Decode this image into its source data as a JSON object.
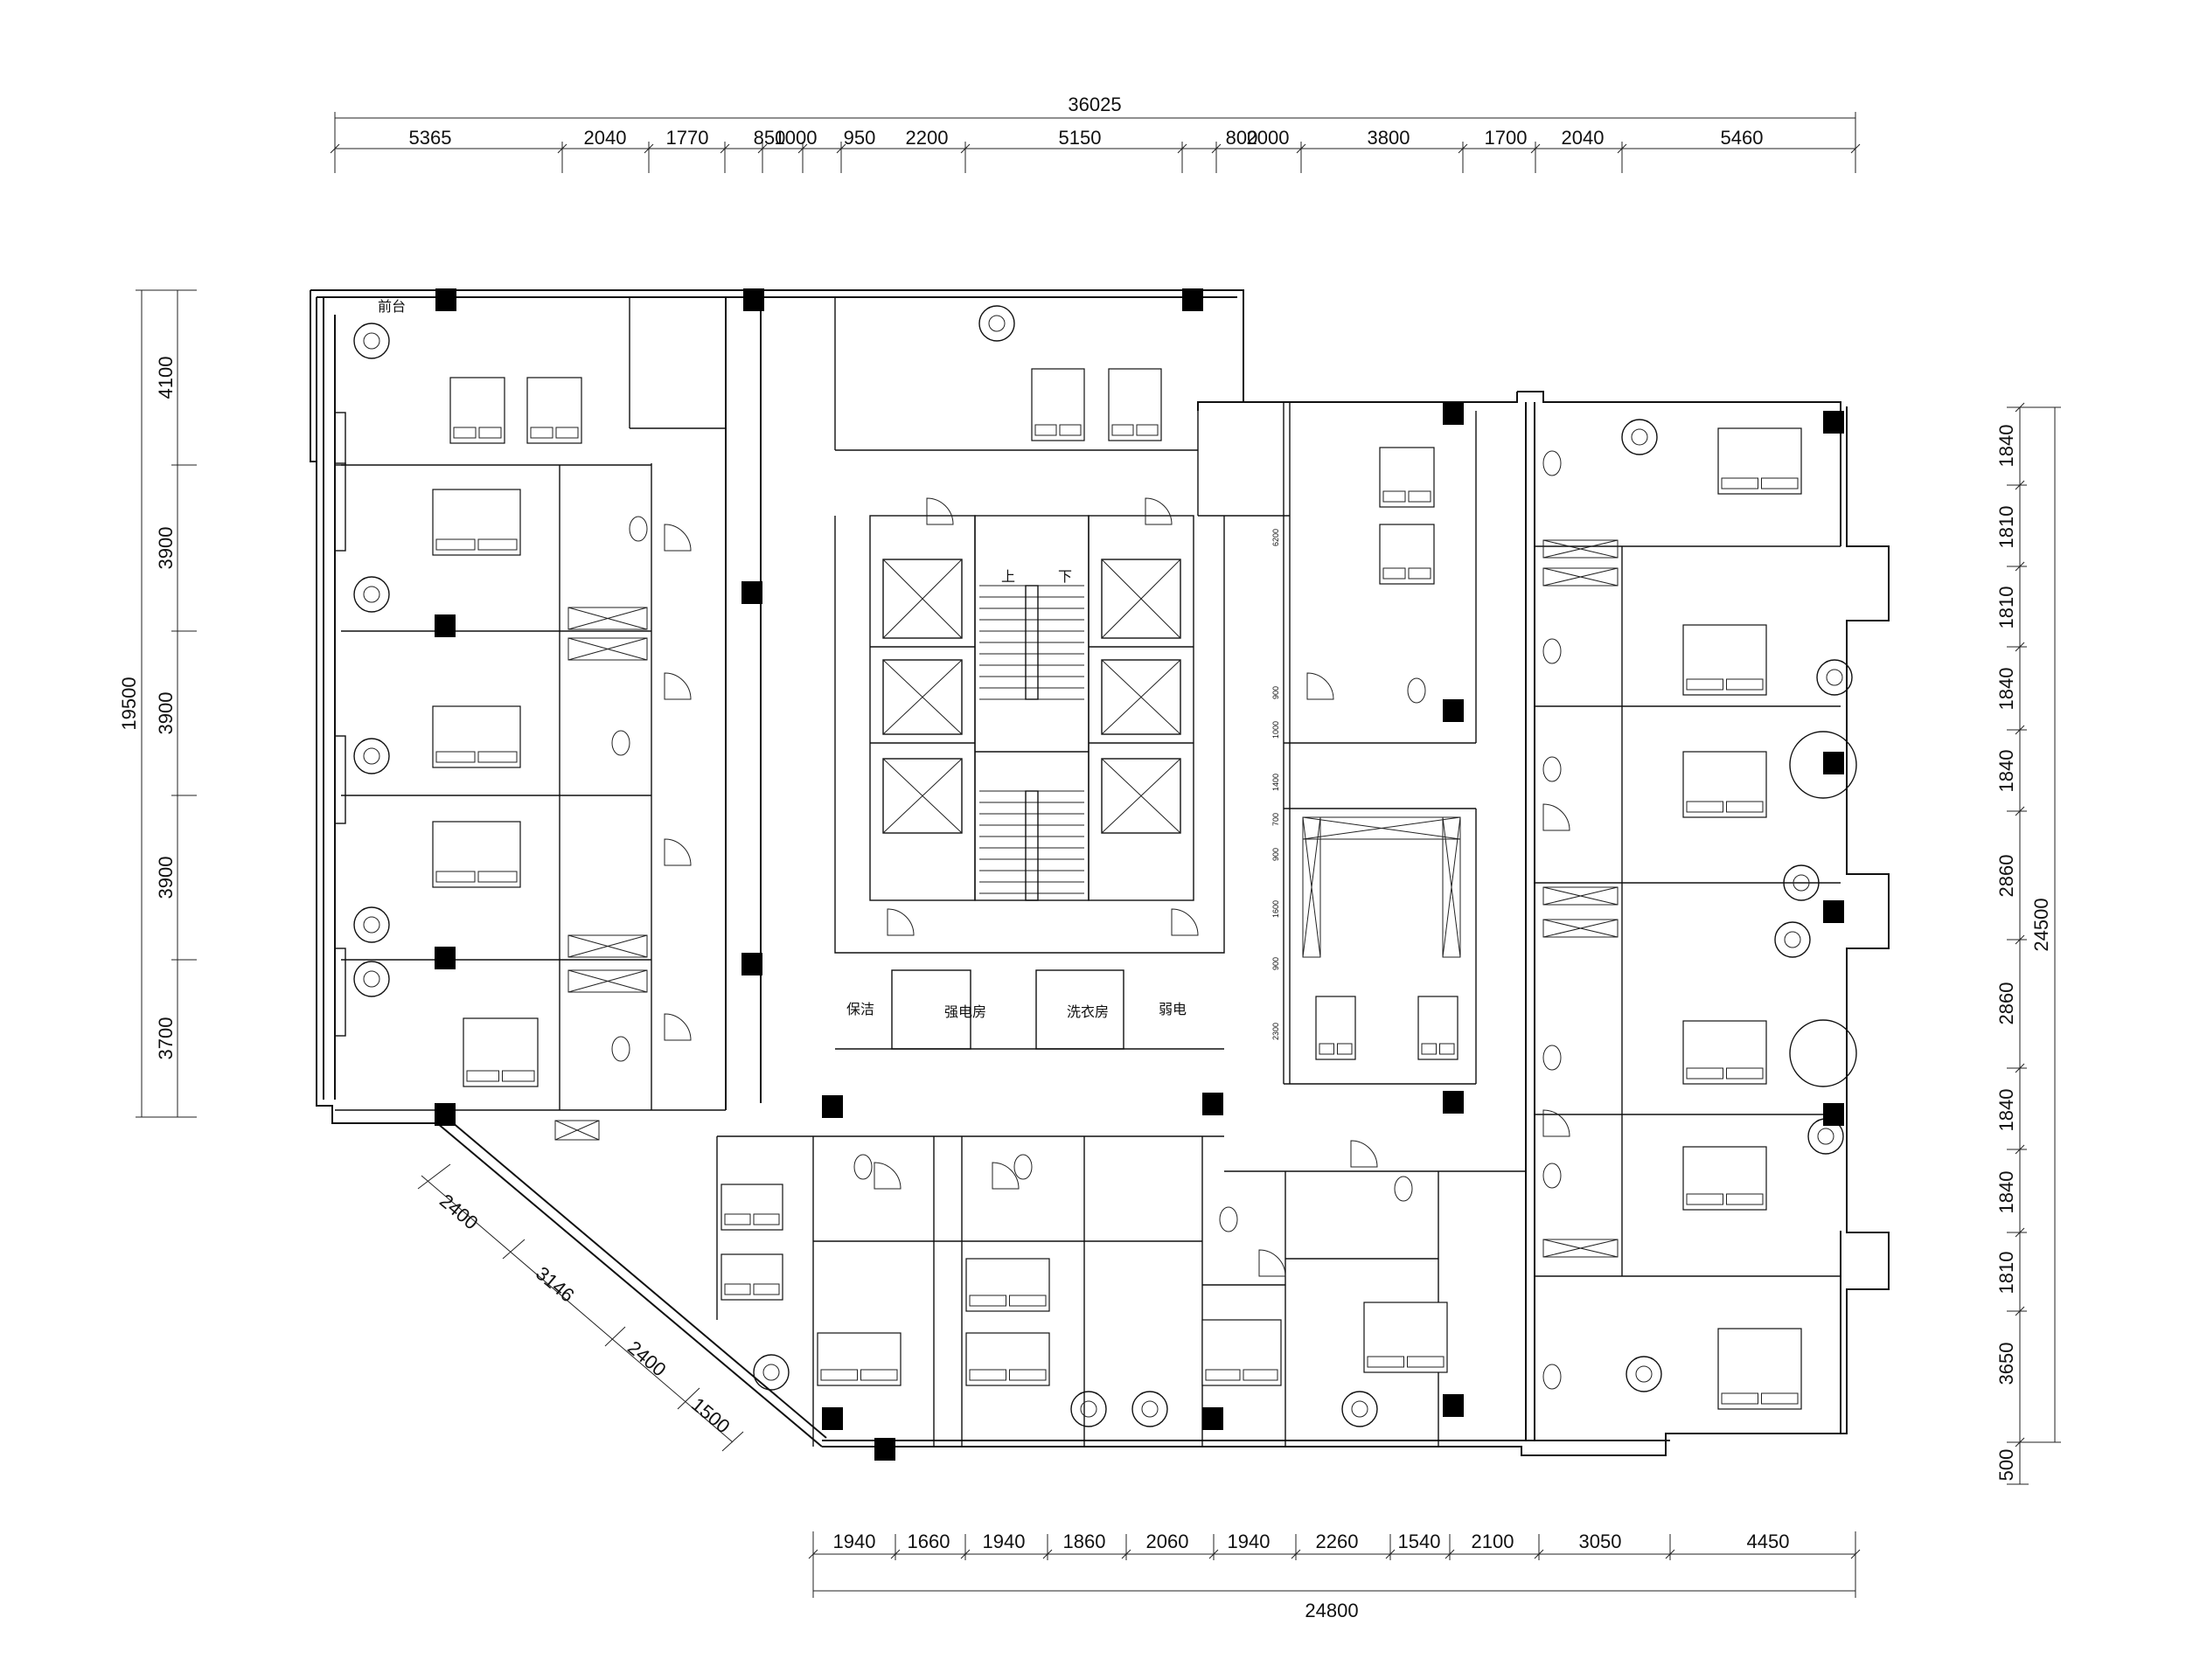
{
  "dims": {
    "top_total": "36025",
    "top": [
      "5365",
      "2040",
      "1770",
      "850",
      "1000",
      "950",
      "2200",
      "5150",
      "800",
      "2000",
      "3800",
      "1700",
      "2040",
      "5460"
    ],
    "bottom": [
      "1940",
      "1660",
      "1940",
      "1860",
      "2060",
      "1940",
      "2260",
      "1540",
      "2100",
      "3050",
      "4450"
    ],
    "bottom_total": "24800",
    "left": [
      "4100",
      "3900",
      "3900",
      "3900",
      "3700"
    ],
    "left_total": "19500",
    "right": [
      "1840",
      "1810",
      "1810",
      "1840",
      "1840",
      "2860",
      "2860",
      "1840",
      "1840",
      "1810",
      "3650",
      "500"
    ],
    "right_total": "24500",
    "diagonal": [
      "2400",
      "3146",
      "2400",
      "1500"
    ],
    "inner": [
      "6200",
      "900",
      "1000",
      "1400",
      "700",
      "900",
      "1600",
      "900",
      "2300"
    ]
  },
  "rooms": {
    "stair_up": "上",
    "stair_down": "下",
    "electrical": "强电房",
    "laundry": "洗衣房",
    "weak_current": "弱电",
    "cleaning": "保洁",
    "front_left": "前台"
  },
  "colors": {
    "line": "#111111",
    "column": "#000000",
    "background": "#ffffff"
  }
}
